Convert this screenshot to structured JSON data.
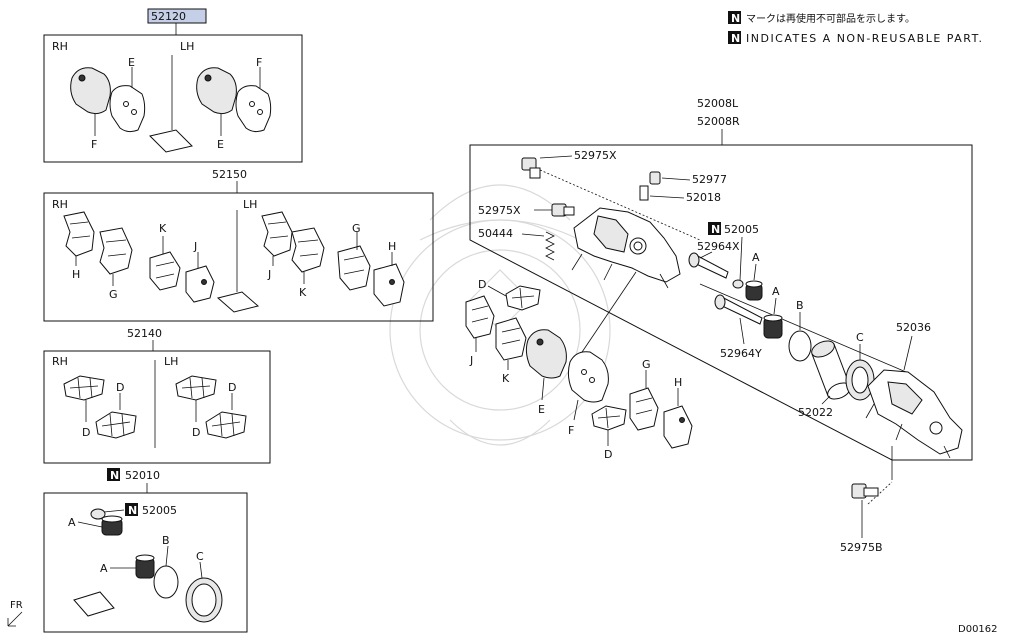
{
  "legend": {
    "badge": "N",
    "line_jp": "マークは再使用不可部品を示します。",
    "line_en": "INDICATES A NON-REUSABLE PART."
  },
  "groups": {
    "g52120": {
      "number": "52120",
      "rh": "RH",
      "lh": "LH"
    },
    "g52150": {
      "number": "52150",
      "rh": "RH",
      "lh": "LH"
    },
    "g52140": {
      "number": "52140",
      "rh": "RH",
      "lh": "LH"
    },
    "g52010": {
      "number": "52010",
      "badge": "N"
    },
    "caliper": {
      "number_l": "52008L",
      "number_r": "52008R"
    }
  },
  "parts": {
    "p52975X": "52975X",
    "p52977": "52977",
    "p52018": "52018",
    "p52005": "52005",
    "p52964X": "52964X",
    "p50444": "50444",
    "p52964Y": "52964Y",
    "p52022": "52022",
    "p52036": "52036",
    "p52975B": "52975B"
  },
  "letters": {
    "A": "A",
    "B": "B",
    "C": "C",
    "D": "D",
    "E": "E",
    "F": "F",
    "G": "G",
    "H": "H",
    "J": "J",
    "K": "K"
  },
  "footer": {
    "fr": "FR",
    "code": "D00162"
  }
}
